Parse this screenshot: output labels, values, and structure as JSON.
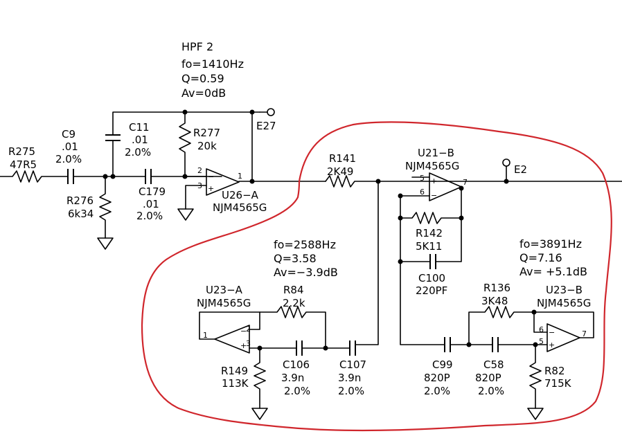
{
  "hpf2": {
    "title": "HPF  2",
    "fo": "fo=1410Hz",
    "q": "Q=0.59",
    "av": "Av=0dB"
  },
  "stage2": {
    "fo": "fo=2588Hz",
    "q": "Q=3.58",
    "av": "Av=−3.9dB"
  },
  "stage3": {
    "fo": "fo=3891Hz",
    "q": "Q=7.16",
    "av": "Av=  +5.1dB"
  },
  "parts": {
    "r275": {
      "ref": "R275",
      "val": "47R5"
    },
    "c9": {
      "ref": "C9",
      "val": ".01",
      "tol": "2.0%"
    },
    "c11": {
      "ref": "C11",
      "val": ".01",
      "tol": "2.0%"
    },
    "r277": {
      "ref": "R277",
      "val": "20k"
    },
    "c179": {
      "ref": "C179",
      "val": ".01",
      "tol": "2.0%"
    },
    "r276": {
      "ref": "R276",
      "val": "6k34"
    },
    "u26a": {
      "ref": "U26−A",
      "val": "NJM4565G"
    },
    "r141": {
      "ref": "R141",
      "val": "2K49"
    },
    "u21b": {
      "ref": "U21−B",
      "val": "NJM4565G"
    },
    "r142": {
      "ref": "R142",
      "val": "5K11"
    },
    "c100": {
      "ref": "C100",
      "val": "220PF"
    },
    "u23a": {
      "ref": "U23−A",
      "val": "NJM4565G"
    },
    "r84": {
      "ref": "R84",
      "val": "2.2k"
    },
    "r149": {
      "ref": "R149",
      "val": "113K"
    },
    "c106": {
      "ref": "C106",
      "val": "3.9n",
      "tol": "2.0%"
    },
    "c107": {
      "ref": "C107",
      "val": "3.9n",
      "tol": "2.0%"
    },
    "r136": {
      "ref": "R136",
      "val": "3K48"
    },
    "u23b": {
      "ref": "U23−B",
      "val": "NJM4565G"
    },
    "c99": {
      "ref": "C99",
      "val": "820P",
      "tol": "2.0%"
    },
    "c58": {
      "ref": "C58",
      "val": "820P",
      "tol": "2.0%"
    },
    "r82": {
      "ref": "R82",
      "val": "715K"
    }
  },
  "nets": {
    "e27": "E27",
    "e2": "E2"
  },
  "pins": {
    "u26a": {
      "inv": "2",
      "noninv": "3",
      "out": "1"
    },
    "u21b": {
      "noninv": "5",
      "inv": "6",
      "out": "7"
    },
    "u23a": {
      "inv": "2",
      "noninv": "3",
      "out": "1"
    },
    "u23b": {
      "inv": "6",
      "noninv": "5",
      "out": "7"
    }
  },
  "colors": {
    "wire": "#000000",
    "annotation": "#d0262c"
  }
}
